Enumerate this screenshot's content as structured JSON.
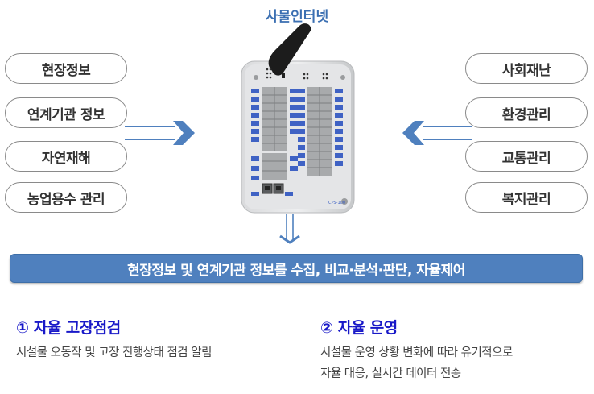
{
  "device": {
    "title": "사물인터넷",
    "model_label": "CPS-100"
  },
  "left_items": [
    {
      "label": "현장정보"
    },
    {
      "label": "연계기관 정보"
    },
    {
      "label": "자연재해"
    },
    {
      "label": "농업용수 관리"
    }
  ],
  "right_items": [
    {
      "label": "사회재난"
    },
    {
      "label": "환경관리"
    },
    {
      "label": "교통관리"
    },
    {
      "label": "복지관리"
    }
  ],
  "banner": {
    "text": "현장정보 및 연계기관 정보를 수집, 비교·분석·판단, 자율제어"
  },
  "features": [
    {
      "heading": "① 자율 고장점검",
      "lines": [
        "시설물  오동작 및 고장 진행상태 점검 알림"
      ]
    },
    {
      "heading": "② 자율 운영",
      "lines": [
        "시설물 운영 상황 변화에 따라 유기적으로",
        "자율 대응, 실시간 데이터 전송"
      ]
    }
  ],
  "colors": {
    "accent_blue": "#4f80be",
    "title_blue": "#3b6fb2",
    "heading_blue": "#1818c8",
    "arrow_blue": "#4f80be"
  }
}
